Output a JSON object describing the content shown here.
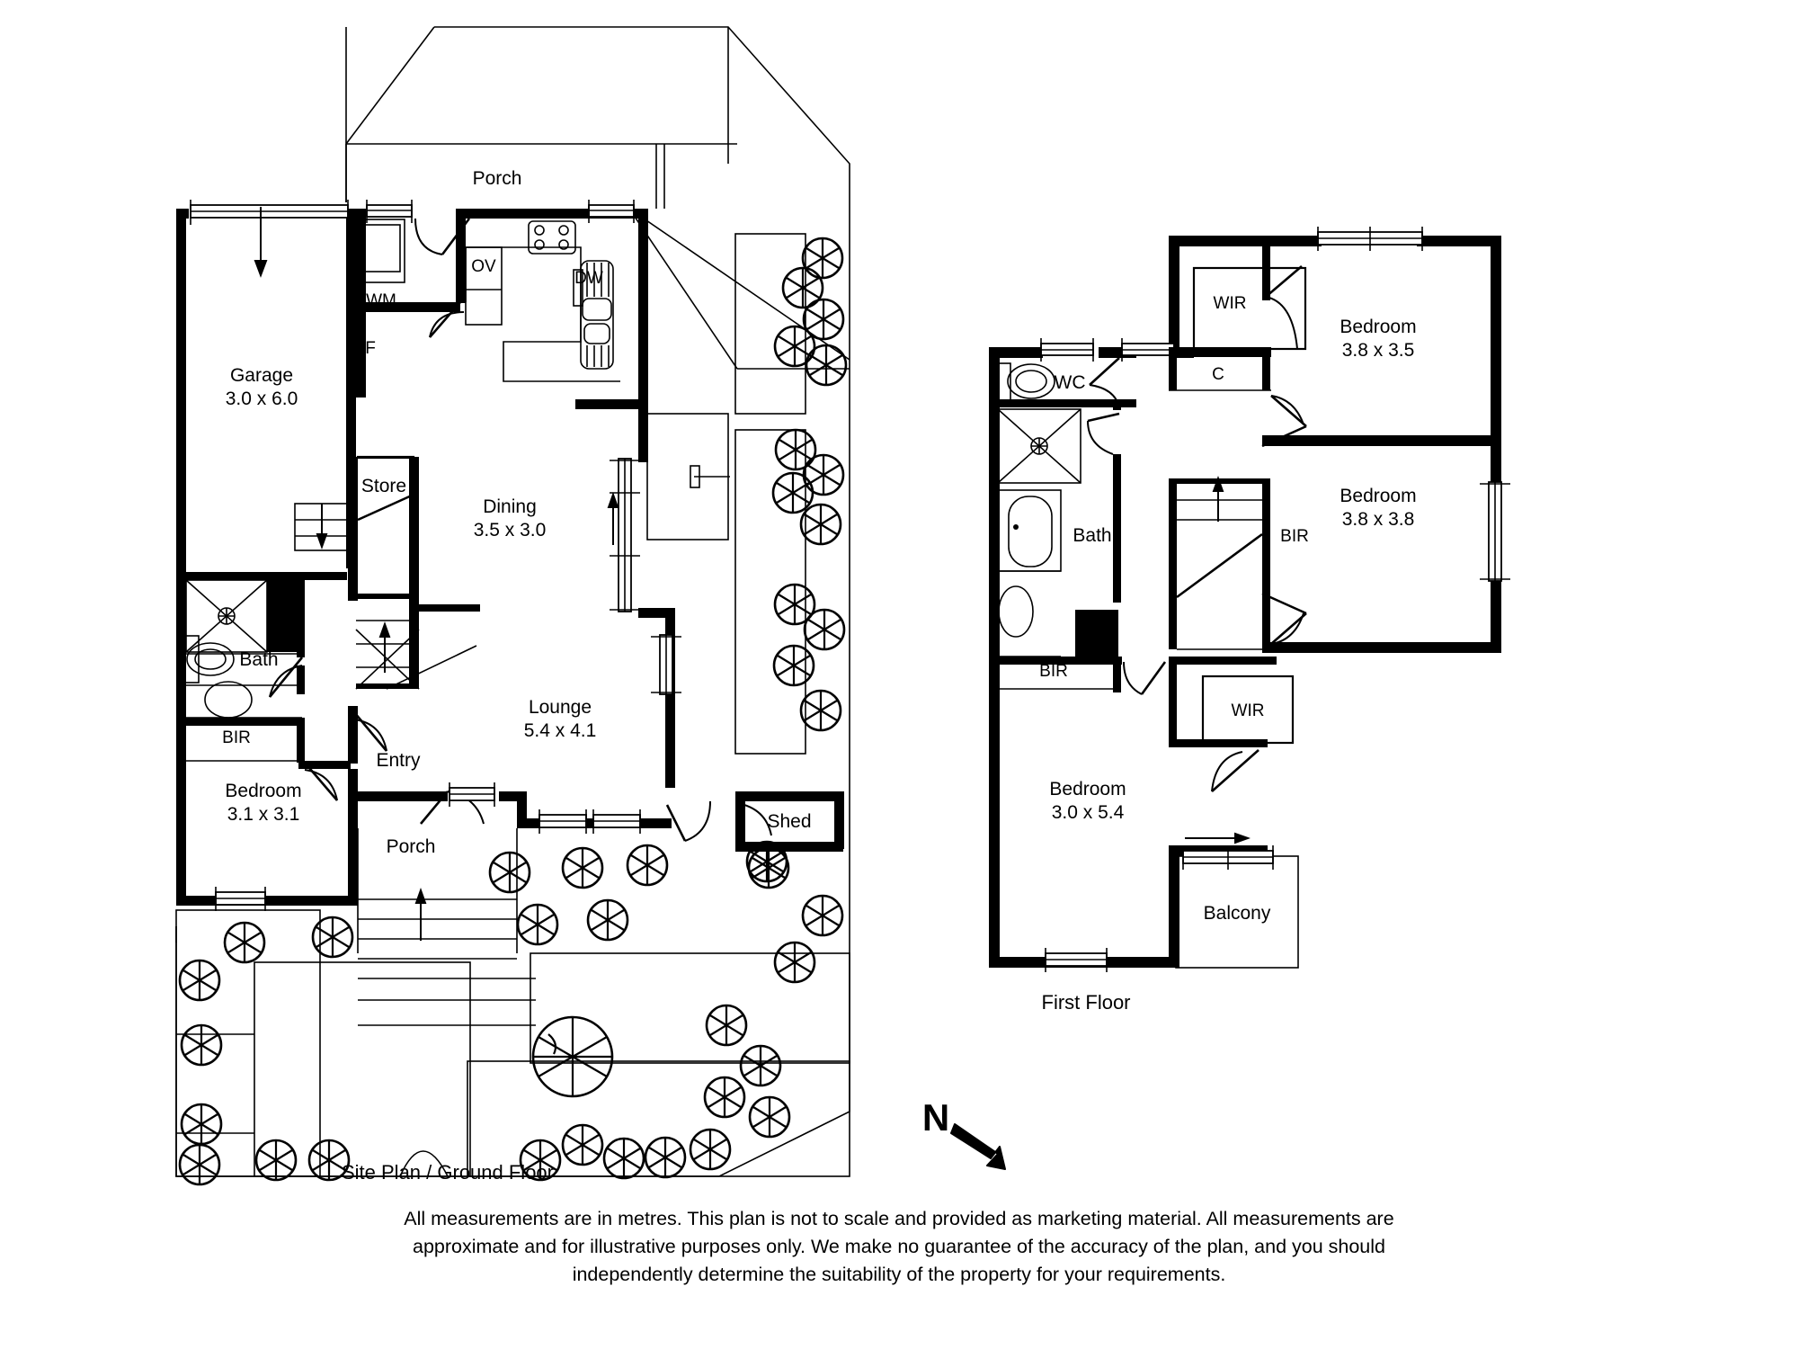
{
  "document": {
    "type": "real-estate-floor-plan",
    "ground_floor_title": "Site Plan / Ground Floor",
    "first_floor_title": "First Floor",
    "north_label": "N",
    "disclaimer_line1": "All measurements are in metres. This plan is not to scale and provided as marketing material. All measurements are",
    "disclaimer_line2": "approximate and for illustrative purposes only. We make no guarantee of the accuracy of the plan, and you should",
    "disclaimer_line3": "independently determine the suitability of the property for your requirements."
  },
  "ground_floor": {
    "rooms": [
      {
        "id": "garage",
        "name": "Garage",
        "dimensions": "3.0 x 6.0"
      },
      {
        "id": "gf-bedroom",
        "name": "Bedroom",
        "dimensions": "3.1 x 3.1"
      },
      {
        "id": "dining",
        "name": "Dining",
        "dimensions": "3.5 x 3.0"
      },
      {
        "id": "lounge",
        "name": "Lounge",
        "dimensions": "5.4 x 4.1"
      }
    ],
    "labels": [
      {
        "id": "porch-top",
        "text": "Porch"
      },
      {
        "id": "porch-front",
        "text": "Porch"
      },
      {
        "id": "entry",
        "text": "Entry"
      },
      {
        "id": "store",
        "text": "Store"
      },
      {
        "id": "gf-bath",
        "text": "Bath"
      },
      {
        "id": "gf-bir",
        "text": "BIR"
      },
      {
        "id": "shed",
        "text": "Shed"
      },
      {
        "id": "wm",
        "text": "WM"
      },
      {
        "id": "fridge",
        "text": "F"
      },
      {
        "id": "oven",
        "text": "OV"
      },
      {
        "id": "dishwasher",
        "text": "DW"
      }
    ]
  },
  "first_floor": {
    "rooms": [
      {
        "id": "ff-bedroom-1",
        "name": "Bedroom",
        "dimensions": "3.8 x 3.5"
      },
      {
        "id": "ff-bedroom-2",
        "name": "Bedroom",
        "dimensions": "3.8 x 3.8"
      },
      {
        "id": "ff-bedroom-3",
        "name": "Bedroom",
        "dimensions": "3.0 x 5.4"
      }
    ],
    "labels": [
      {
        "id": "wc",
        "text": "WC"
      },
      {
        "id": "ff-bath",
        "text": "Bath"
      },
      {
        "id": "wir-top",
        "text": "WIR"
      },
      {
        "id": "wir-lower",
        "text": "WIR"
      },
      {
        "id": "closet",
        "text": "C"
      },
      {
        "id": "bir-stair",
        "text": "BIR"
      },
      {
        "id": "bir-lower",
        "text": "BIR"
      },
      {
        "id": "balcony",
        "text": "Balcony"
      }
    ]
  },
  "colors": {
    "ink": "#000000",
    "paper": "#ffffff"
  }
}
